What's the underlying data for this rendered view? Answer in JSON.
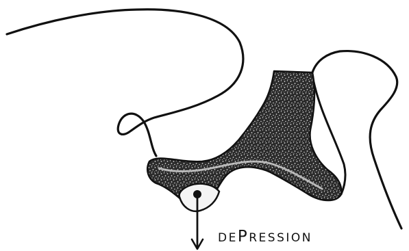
{
  "labels": {
    "depression": {
      "prefix": "DE",
      "cap": "P",
      "suffix": "RESSION"
    }
  },
  "colors": {
    "ink": "#111111",
    "fill_dark": "#2b2b2b",
    "speckle": "#d8d8d8",
    "background": "#ffffff"
  },
  "icons": {
    "arrow": "down-arrow-icon"
  }
}
